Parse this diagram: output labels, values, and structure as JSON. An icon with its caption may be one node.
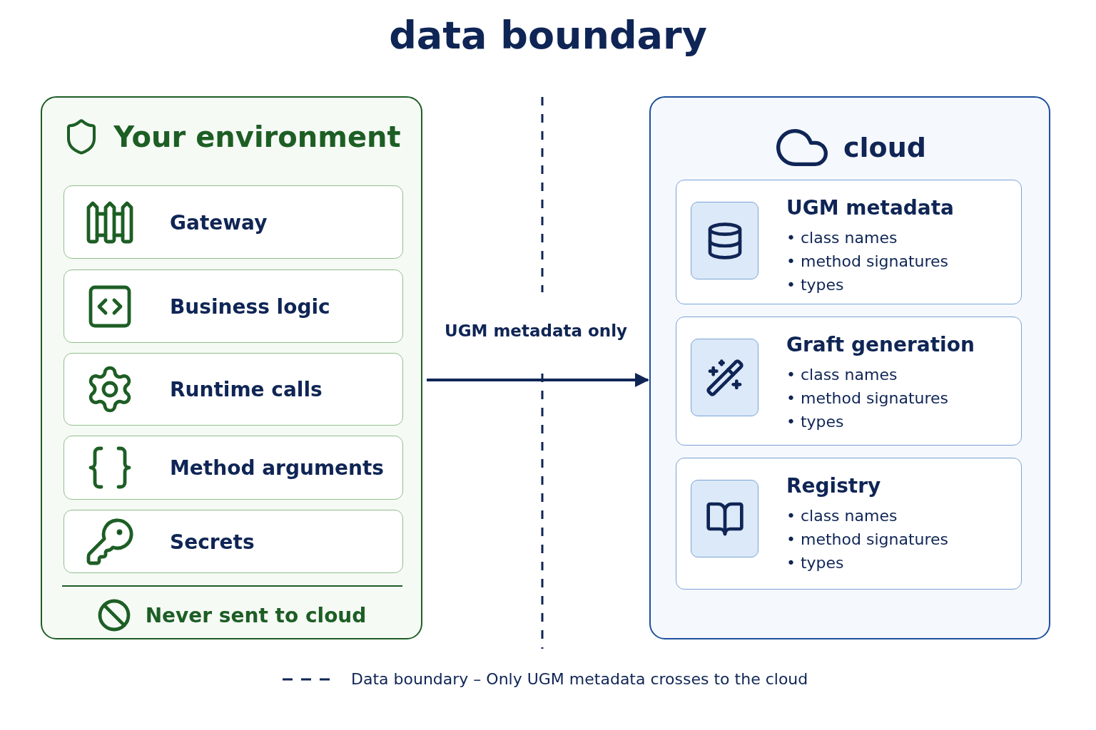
{
  "diagram": {
    "title": "data boundary",
    "nodes": [
      {
        "text": [
          "Your environment",
          "Never sent to cloud"
        ]
      },
      {
        "text": [
          "Gateway"
        ],
        "in": 0
      },
      {
        "text": [
          "Business logic"
        ],
        "in": 0
      },
      {
        "text": [
          "Runtime calls"
        ],
        "in": 0
      },
      {
        "text": [
          "Method arguments"
        ],
        "in": 0
      },
      {
        "text": [
          "Secrets"
        ],
        "in": 0
      },
      {
        "text": [
          "cloud"
        ]
      },
      {
        "text": [
          "UGM metadata",
          "• class names",
          "• method signatures",
          "• types"
        ],
        "in": 6
      },
      {
        "text": [
          "Graft generation",
          "• class names",
          "• method signatures",
          "• types"
        ],
        "in": 6
      },
      {
        "text": [
          "Registry",
          "• class names",
          "• method signatures",
          "• types"
        ],
        "in": 6
      }
    ],
    "edges": [
      {
        "from": 0,
        "to": 6,
        "arrow": "to",
        "label": "UGM metadata only"
      }
    ],
    "legend": [
      {
        "text": "Data boundary – Only UGM metadata crosses to the cloud"
      }
    ]
  }
}
